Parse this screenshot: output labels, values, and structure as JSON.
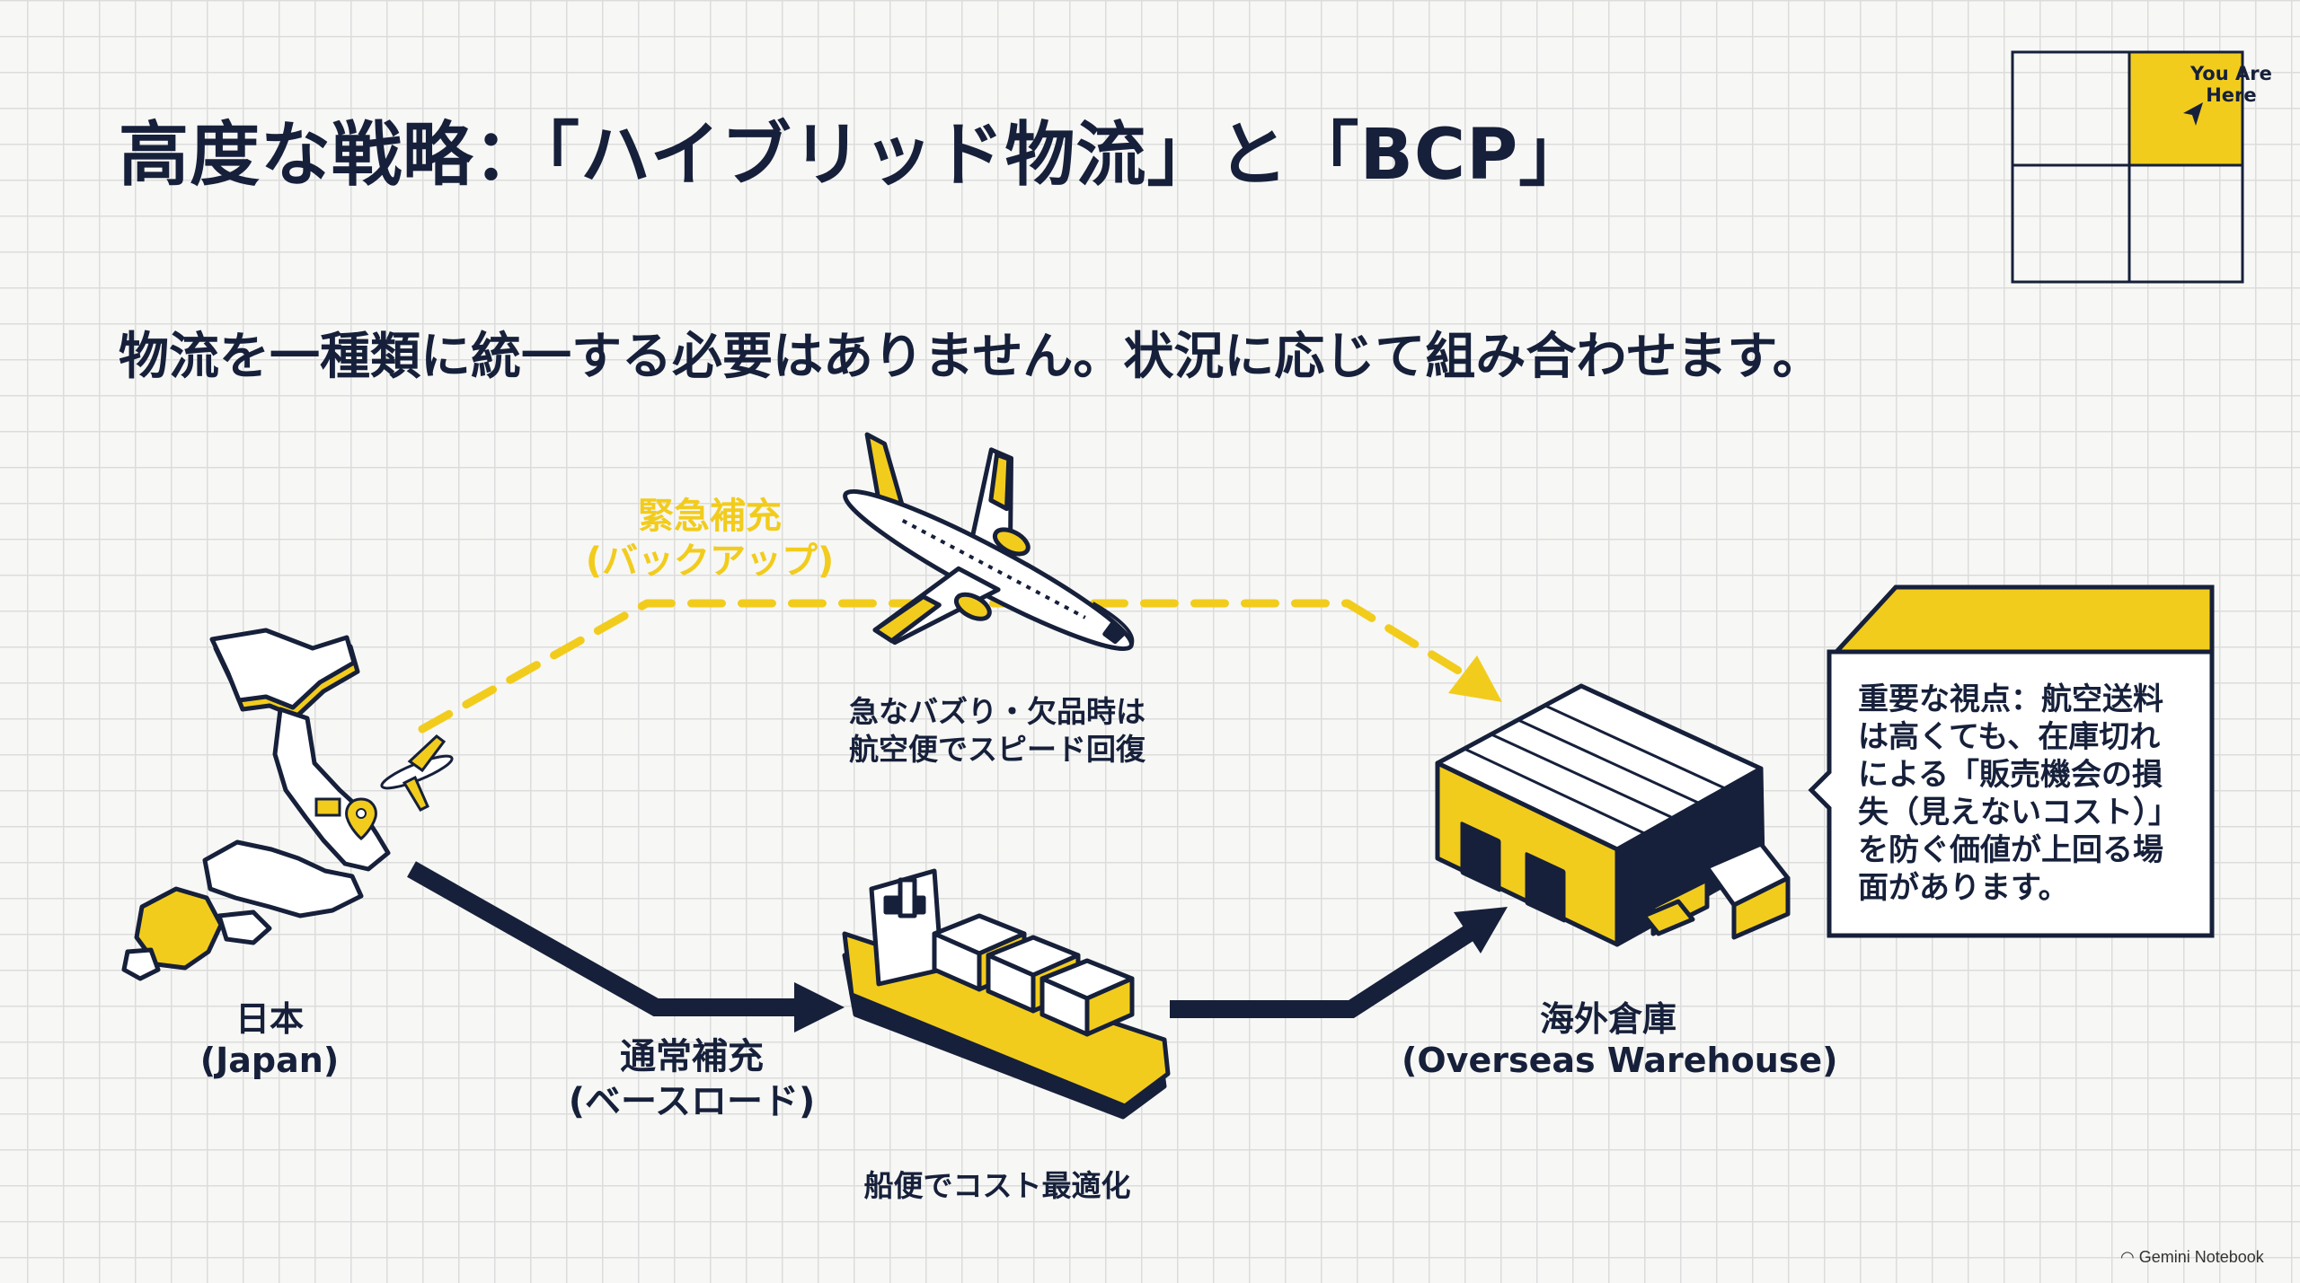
{
  "title": "高度な戦略：「ハイブリッド物流」と「BCP」",
  "subtitle": "物流を一種類に統一する必要はありません。状況に応じて組み合わせます。",
  "nodes": {
    "japan": {
      "label": "日本",
      "label_en": "(Japan)"
    },
    "warehouse": {
      "label": "海外倉庫",
      "label_en": "(Overseas Warehouse)"
    }
  },
  "routes": {
    "air": {
      "title": "緊急補充",
      "subtitle": "(バックアップ)",
      "caption_line1": "急なバズり・欠品時は",
      "caption_line2": "航空便でスピード回復"
    },
    "sea": {
      "title": "通常補充",
      "subtitle": "(ベースロード)",
      "caption": "船便でコスト最適化"
    }
  },
  "callout": {
    "lines": [
      "重要な視点：航空送料",
      "は高くても、在庫切れ",
      "による「販売機会の損",
      "失（見えないコスト）」",
      "を防ぐ価値が上回る場",
      "面があります。"
    ]
  },
  "map_widget": {
    "line1": "You Are",
    "line2": "Here"
  },
  "watermark": "Gemini Notebook",
  "colors": {
    "accent": "#f2cc1d",
    "navy": "#16203a",
    "background": "#f7f7f5"
  }
}
